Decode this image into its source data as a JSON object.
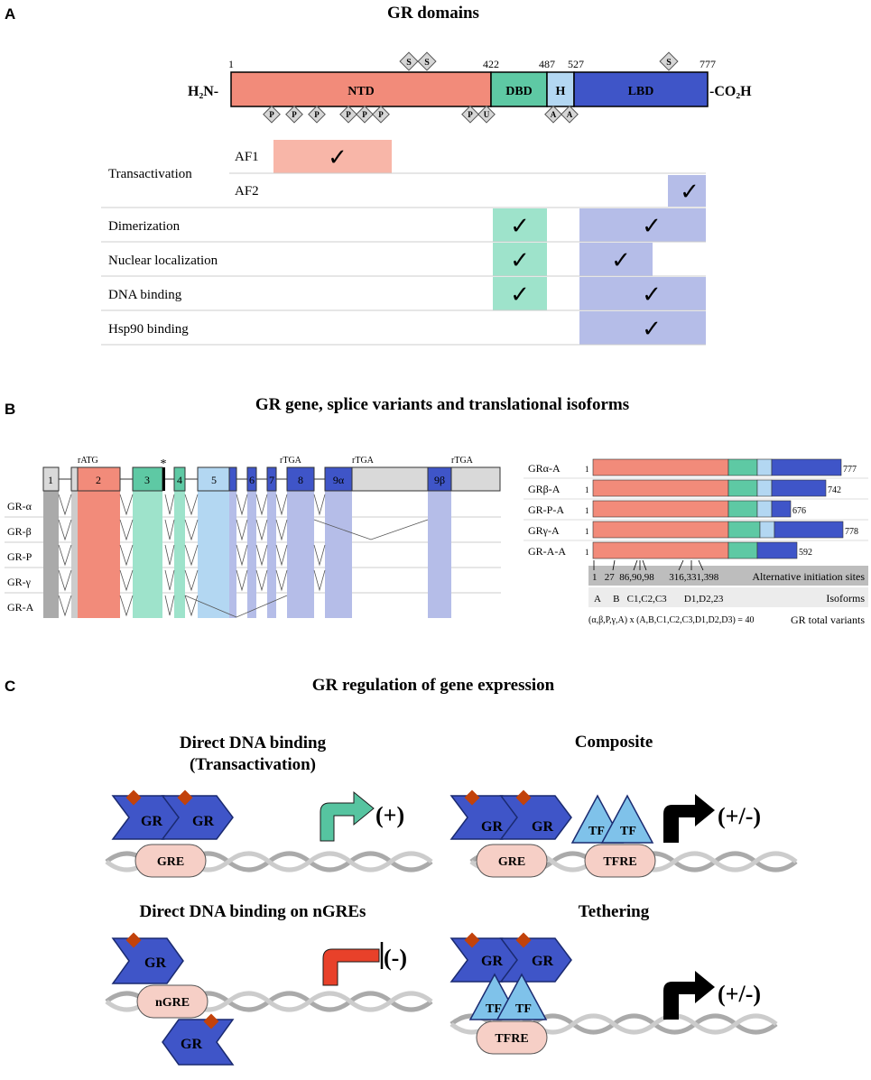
{
  "panels": {
    "a": {
      "letter": "A",
      "title": "GR domains",
      "n_terminus": "H₂N-",
      "c_terminus": "-CO₂H",
      "positions": [
        "1",
        "422",
        "487",
        "527",
        "777"
      ],
      "domains": [
        "NTD",
        "DBD",
        "H",
        "LBD"
      ],
      "ptm_top": [
        "S",
        "S",
        "S"
      ],
      "ptm_bottom": [
        "P",
        "P",
        "P",
        "P",
        "P",
        "P",
        "P",
        "U",
        "A",
        "A"
      ],
      "functions": {
        "transactivation": "Transactivation",
        "af1": "AF1",
        "af2": "AF2",
        "dimerization": "Dimerization",
        "nuclear": "Nuclear localization",
        "dna": "DNA binding",
        "hsp90": "Hsp90 binding"
      },
      "check": "✓"
    },
    "b": {
      "letter": "B",
      "title": "GR gene, splice variants and translational isoforms",
      "exons": [
        "1",
        "2",
        "3",
        "4",
        "5",
        "6",
        "7",
        "8",
        "9α",
        "9β"
      ],
      "codons": [
        "rATG",
        "rTGA",
        "rTGA",
        "rTGA"
      ],
      "star": "*",
      "variants": [
        "GR-α",
        "GR-β",
        "GR-P",
        "GR-γ",
        "GR-A"
      ],
      "isoforms": [
        {
          "name": "GRα-A",
          "start": "1",
          "end": "777"
        },
        {
          "name": "GRβ-A",
          "start": "1",
          "end": "742"
        },
        {
          "name": "GR-P-A",
          "start": "1",
          "end": "676"
        },
        {
          "name": "GRγ-A",
          "start": "1",
          "end": "778"
        },
        {
          "name": "GR-A-A",
          "start": "1",
          "end": "592"
        }
      ],
      "initiation_sites": "1   27  86,90,98      316,331,398",
      "initiation_label": "Alternative initiation sites",
      "isoform_letters": "A     B   C1,C2,C3       D1,D2,23",
      "isoform_label": "Isoforms",
      "formula": "(α,β,P,γ,A) x (A,B,C1,C2,C3,D1,D2,D3) = 40",
      "total_label": "GR total variants"
    },
    "c": {
      "letter": "C",
      "title": "GR regulation of gene expression",
      "direct_title": "Direct DNA binding",
      "direct_sub": "(Transactivation)",
      "composite_title": "Composite",
      "ngre_title": "Direct DNA binding on nGREs",
      "tethering_title": "Tethering",
      "gr": "GR",
      "tf": "TF",
      "gre": "GRE",
      "tfre": "TFRE",
      "ngre": "nGRE",
      "plus": "(+)",
      "plusminus": "(+/-)",
      "minus": "(-)"
    }
  },
  "colors": {
    "ntd": "#f28b7a",
    "dbd": "#5ec9a4",
    "hinge": "#b3d7f2",
    "lbd": "#3f55c8",
    "gr_shape": "#3f55c8",
    "tf": "#7fc2ea",
    "element": "#f6cfc6",
    "diamond": "#c2420b",
    "arrow_plus": "#56c4a0",
    "arrow_minus": "#e8412a"
  }
}
